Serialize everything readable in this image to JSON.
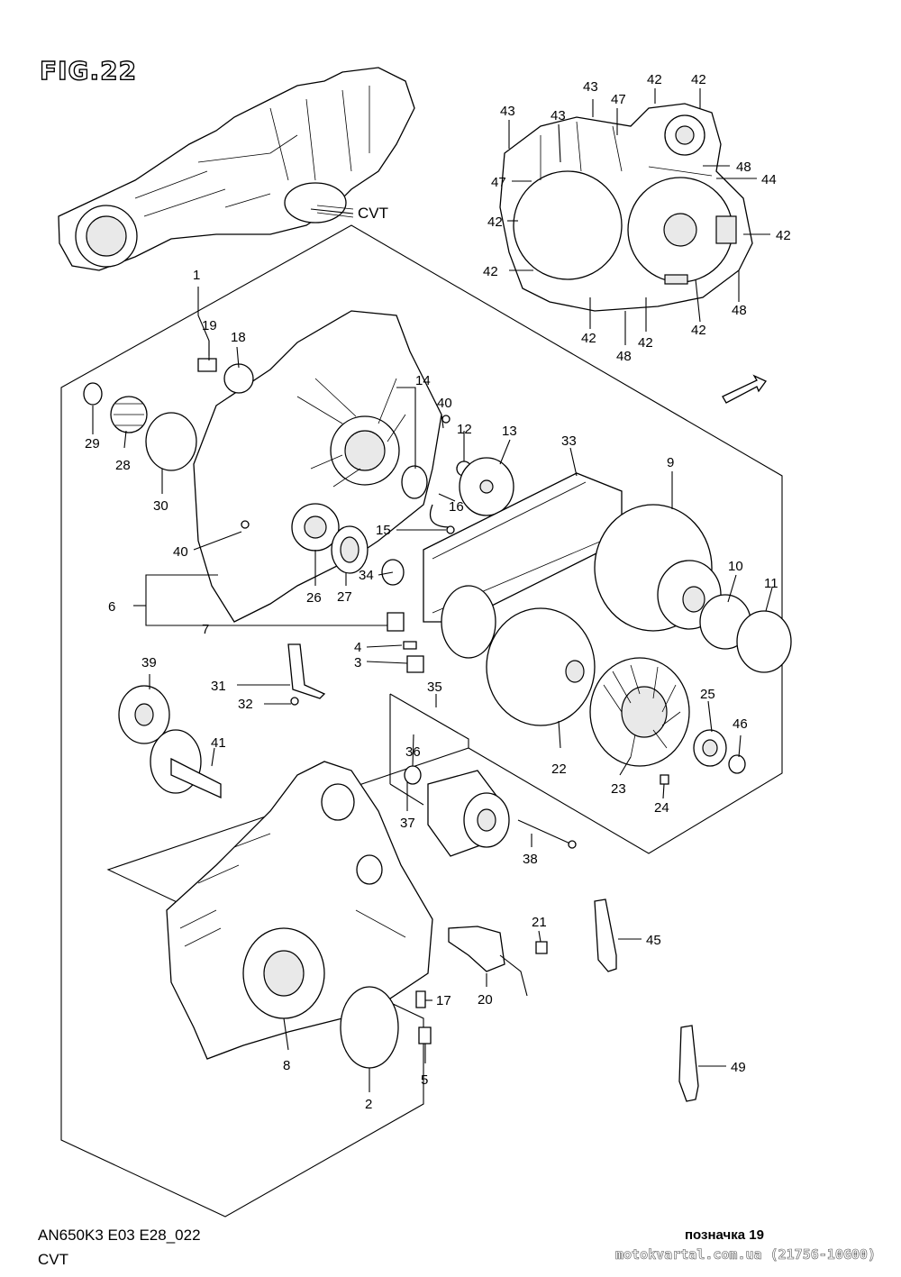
{
  "figure": {
    "title": "FIG.22"
  },
  "inset": {
    "pointer_label": "CVT"
  },
  "callouts": [
    {
      "id": "c1",
      "label": "1"
    },
    {
      "id": "c2",
      "label": "2"
    },
    {
      "id": "c3",
      "label": "3"
    },
    {
      "id": "c4",
      "label": "4"
    },
    {
      "id": "c5",
      "label": "5"
    },
    {
      "id": "c6",
      "label": "6"
    },
    {
      "id": "c7",
      "label": "7"
    },
    {
      "id": "c8",
      "label": "8"
    },
    {
      "id": "c9",
      "label": "9"
    },
    {
      "id": "c10",
      "label": "10"
    },
    {
      "id": "c11",
      "label": "11"
    },
    {
      "id": "c12",
      "label": "12"
    },
    {
      "id": "c13",
      "label": "13"
    },
    {
      "id": "c14",
      "label": "14"
    },
    {
      "id": "c15",
      "label": "15"
    },
    {
      "id": "c16",
      "label": "16"
    },
    {
      "id": "c17",
      "label": "17"
    },
    {
      "id": "c18",
      "label": "18"
    },
    {
      "id": "c19",
      "label": "19"
    },
    {
      "id": "c20",
      "label": "20"
    },
    {
      "id": "c21",
      "label": "21"
    },
    {
      "id": "c22",
      "label": "22"
    },
    {
      "id": "c23",
      "label": "23"
    },
    {
      "id": "c24",
      "label": "24"
    },
    {
      "id": "c25",
      "label": "25"
    },
    {
      "id": "c26",
      "label": "26"
    },
    {
      "id": "c27",
      "label": "27"
    },
    {
      "id": "c28",
      "label": "28"
    },
    {
      "id": "c29",
      "label": "29"
    },
    {
      "id": "c30",
      "label": "30"
    },
    {
      "id": "c31",
      "label": "31"
    },
    {
      "id": "c32",
      "label": "32"
    },
    {
      "id": "c33",
      "label": "33"
    },
    {
      "id": "c34",
      "label": "34"
    },
    {
      "id": "c35",
      "label": "35"
    },
    {
      "id": "c36",
      "label": "36"
    },
    {
      "id": "c37",
      "label": "37"
    },
    {
      "id": "c38",
      "label": "38"
    },
    {
      "id": "c39",
      "label": "39"
    },
    {
      "id": "c40a",
      "label": "40"
    },
    {
      "id": "c40b",
      "label": "40"
    },
    {
      "id": "c41",
      "label": "41"
    },
    {
      "id": "c42a",
      "label": "42"
    },
    {
      "id": "c42b",
      "label": "42"
    },
    {
      "id": "c42c",
      "label": "42"
    },
    {
      "id": "c42d",
      "label": "42"
    },
    {
      "id": "c42e",
      "label": "42"
    },
    {
      "id": "c42f",
      "label": "42"
    },
    {
      "id": "c42g",
      "label": "42"
    },
    {
      "id": "c42h",
      "label": "42"
    },
    {
      "id": "c43a",
      "label": "43"
    },
    {
      "id": "c43b",
      "label": "43"
    },
    {
      "id": "c43c",
      "label": "43"
    },
    {
      "id": "c44",
      "label": "44"
    },
    {
      "id": "c45",
      "label": "45"
    },
    {
      "id": "c46",
      "label": "46"
    },
    {
      "id": "c47a",
      "label": "47"
    },
    {
      "id": "c47b",
      "label": "47"
    },
    {
      "id": "c48a",
      "label": "48"
    },
    {
      "id": "c48b",
      "label": "48"
    },
    {
      "id": "c48c",
      "label": "48"
    },
    {
      "id": "c49",
      "label": "49"
    }
  ],
  "footer": {
    "model_code": "AN650K3 E03 E28_022",
    "section_name": "CVT",
    "page_mark": "позначка 19",
    "site_ref": "motokvartal.com.ua (21756-10G00)"
  }
}
